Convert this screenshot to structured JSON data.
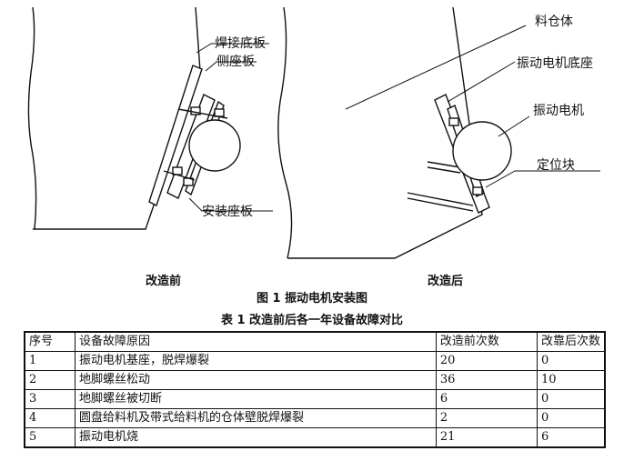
{
  "figure": {
    "labels": {
      "weld_plate": "焊接底板",
      "side_seat": "侧座板",
      "mount_plate": "安装座板",
      "bin_body": "料仓体",
      "motor_base": "振动电机底座",
      "motor": "振动电机",
      "locator": "定位块"
    },
    "caption_before": "改造前",
    "caption_after": "改造后",
    "title": "图 1    振动电机安装图"
  },
  "table": {
    "title": "表 1    改造前后各一年设备故障对比",
    "headers": [
      "序号",
      "设备故障原因",
      "改造前次数",
      "改靠后次数"
    ],
    "rows": [
      [
        "1",
        "振动电机基座，脱焊爆裂",
        "20",
        "0"
      ],
      [
        "2",
        "地脚螺丝松动",
        "36",
        "10"
      ],
      [
        "3",
        "地脚螺丝被切断",
        "6",
        "0"
      ],
      [
        "4",
        "圆盘给料机及带式给料机的仓体壁脱焊爆裂",
        "2",
        "0"
      ],
      [
        "5",
        "振动电机烧",
        "21",
        "6"
      ]
    ]
  }
}
